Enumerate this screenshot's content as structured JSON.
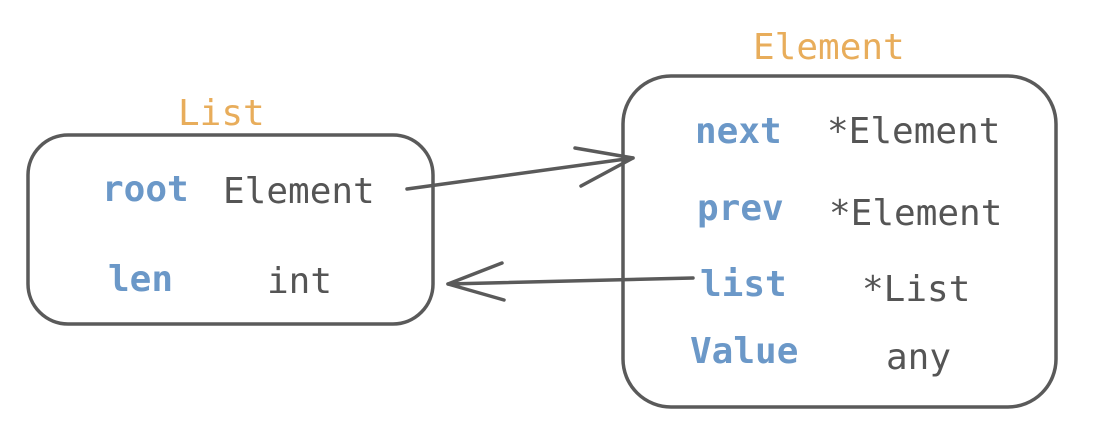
{
  "colors": {
    "title": "#e8ad5b",
    "field": "#6b98c8",
    "type": "#555555",
    "stroke": "#5a5a5a",
    "background": "#ffffff"
  },
  "list": {
    "title": "List",
    "fields": [
      {
        "name": "root",
        "type": "Element"
      },
      {
        "name": "len",
        "type": "int"
      }
    ]
  },
  "element": {
    "title": "Element",
    "fields": [
      {
        "name": "next",
        "type": "*Element"
      },
      {
        "name": "prev",
        "type": "*Element"
      },
      {
        "name": "list",
        "type": "*List"
      },
      {
        "name": "Value",
        "type": "any"
      }
    ]
  }
}
